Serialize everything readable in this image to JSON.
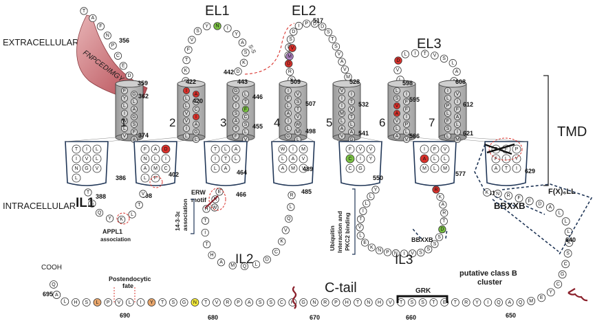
{
  "labels": {
    "extracellular": "EXTRACELLULAR",
    "intracellular": "INTRACELLULAR",
    "el1": "EL1",
    "el2": "EL2",
    "el3": "EL3",
    "tmd": "TMD",
    "il1": "IL1",
    "il2": "IL2",
    "il3": "IL3",
    "ctail": "C-tail",
    "cooh": "COOH",
    "appl1": "APPL1",
    "association": "association",
    "erw": "ERW",
    "motif": "motif",
    "protein_1433": "14-3-3ε",
    "association_v": "association",
    "ubiquitin": "Ubiquitin",
    "interaction_pkc2": "Interaction and",
    "pkc2_binding": "PKC2 binding",
    "bbxxb_il3": "BBXXB",
    "bbxxb_ctail": "BBXXB",
    "fxll": "F(X)₆LL",
    "postendocytic": "Postendocytic",
    "fate": "fate",
    "grk": "GRK",
    "putative": "putative class B",
    "cluster": "cluster",
    "ss": "S-S",
    "fnpcedimgy": "FNPCEDIMGY",
    "tm_numbers": [
      "1",
      "2",
      "3",
      "4",
      "5",
      "6",
      "7"
    ]
  },
  "residue_numbers": {
    "n356": "356",
    "n359": "359",
    "n362": "362",
    "n374": "374",
    "n386": "386",
    "n388": "388",
    "n398": "398",
    "n402": "402",
    "n420": "420",
    "n422": "422",
    "n442": "442",
    "n443": "443",
    "n446": "446",
    "n455": "455",
    "n464": "464",
    "n466": "466",
    "n485": "485",
    "n489": "489",
    "n498": "498",
    "n507": "507",
    "n509": "509",
    "n517": "517",
    "n528": "528",
    "n532": "532",
    "n541": "541",
    "n550": "550",
    "n577": "577",
    "n586": "586",
    "n595": "595",
    "n598": "598",
    "n608": "608",
    "n612": "612",
    "n621": "621",
    "n629": "629",
    "n631": "631",
    "n640": "640",
    "n650": "650",
    "n660": "660",
    "n670": "670",
    "n680": "680",
    "n690": "690",
    "n695": "695"
  },
  "sequences": {
    "n_term": [
      "T",
      "A",
      "F",
      "N",
      "P",
      "C",
      "E",
      "D"
    ],
    "el1": [
      "S",
      "K",
      "T",
      "F",
      "V",
      "S",
      "Y",
      "N",
      "I",
      "Y",
      "A",
      "S",
      "K",
      "D"
    ],
    "el2": [
      "S",
      "R",
      "D",
      "G",
      "F",
      "S",
      "D",
      "I",
      "P",
      "D",
      "D",
      "S",
      "T",
      "S",
      "V",
      "A",
      "V",
      "M"
    ],
    "el3": [
      "L",
      "V",
      "D",
      "L",
      "I",
      "T",
      "V",
      "S",
      "L",
      "A",
      "A"
    ],
    "il1": [
      "T",
      "S",
      "Q",
      "Y",
      "K",
      "L",
      "T",
      "V"
    ],
    "il2": [
      "H",
      "T",
      "I",
      "T",
      "H",
      "A",
      "M",
      "Q",
      "L",
      "D",
      "C",
      "K",
      "V",
      "Q",
      "L",
      "R"
    ],
    "il3": [
      "Y",
      "L",
      "L",
      "I",
      "T",
      "V",
      "L",
      "E",
      "K",
      "N",
      "P",
      "N",
      "I",
      "V",
      "S",
      "S",
      "S",
      "S",
      "D",
      "T",
      "R",
      "A",
      "K",
      "R"
    ],
    "ctail": [
      "Q",
      "A",
      "L",
      "H",
      "S",
      "L",
      "P",
      "V",
      "L",
      "I",
      "Y",
      "T",
      "S",
      "G",
      "N",
      "T",
      "V",
      "R",
      "P",
      "A",
      "S",
      "S",
      "C",
      "H",
      "G",
      "N",
      "R",
      "P",
      "H",
      "T",
      "N",
      "H",
      "V",
      "T",
      "S",
      "S",
      "T",
      "E",
      "T",
      "R",
      "Y",
      "I",
      "Q",
      "A",
      "Q",
      "M",
      "E",
      "Y",
      "C",
      "G",
      "C",
      "S",
      "K",
      "L",
      "L",
      "L",
      "A",
      "D",
      "F",
      "F",
      "R",
      "N",
      "K"
    ]
  },
  "colors": {
    "red": "#d9312b",
    "green": "#7ac143",
    "orange": "#e8a66c",
    "yellow": "#f3ea3b",
    "purple": "#b184c7",
    "helix": "#b6b6b6",
    "helix_dark": "#8f8f8f",
    "outline": "#1f3556",
    "pink_band": "#c4686f"
  }
}
